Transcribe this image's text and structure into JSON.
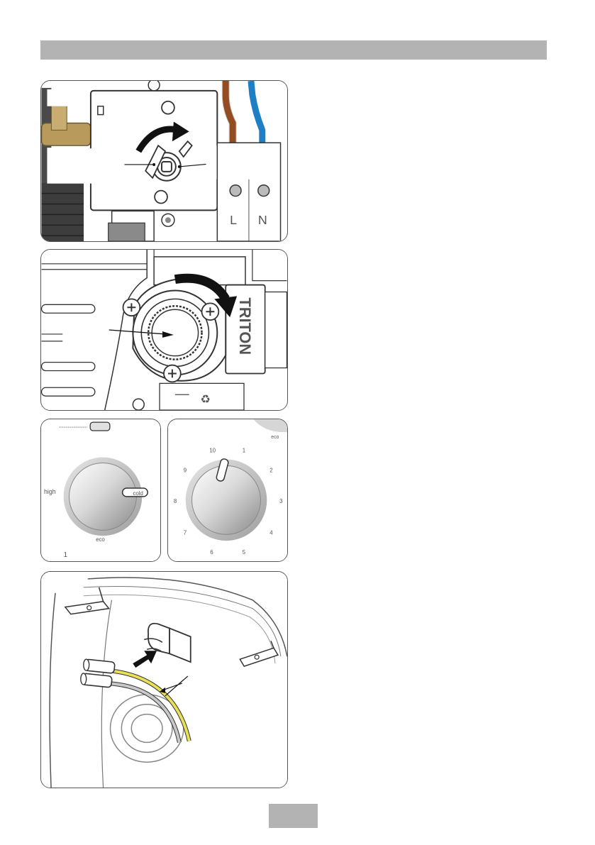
{
  "panel1": {
    "terminal_labels": [
      "L",
      "N"
    ]
  },
  "panel2": {
    "brand": "TRITON"
  },
  "panel3a": {
    "label_high": "high",
    "label_cold": "cold",
    "label_eco": "eco",
    "corner_number": "1"
  },
  "panel3b": {
    "label_eco": "eco",
    "scale": [
      "10",
      "1",
      "2",
      "3",
      "4",
      "5",
      "6",
      "7",
      "8",
      "9"
    ]
  },
  "colors": {
    "header_bar": "#b3b3b3",
    "wire_live": "#b5561c",
    "wire_neutral": "#1e7fc4",
    "panel_border": "#555555",
    "sensor_wire": "#e8e05a"
  }
}
